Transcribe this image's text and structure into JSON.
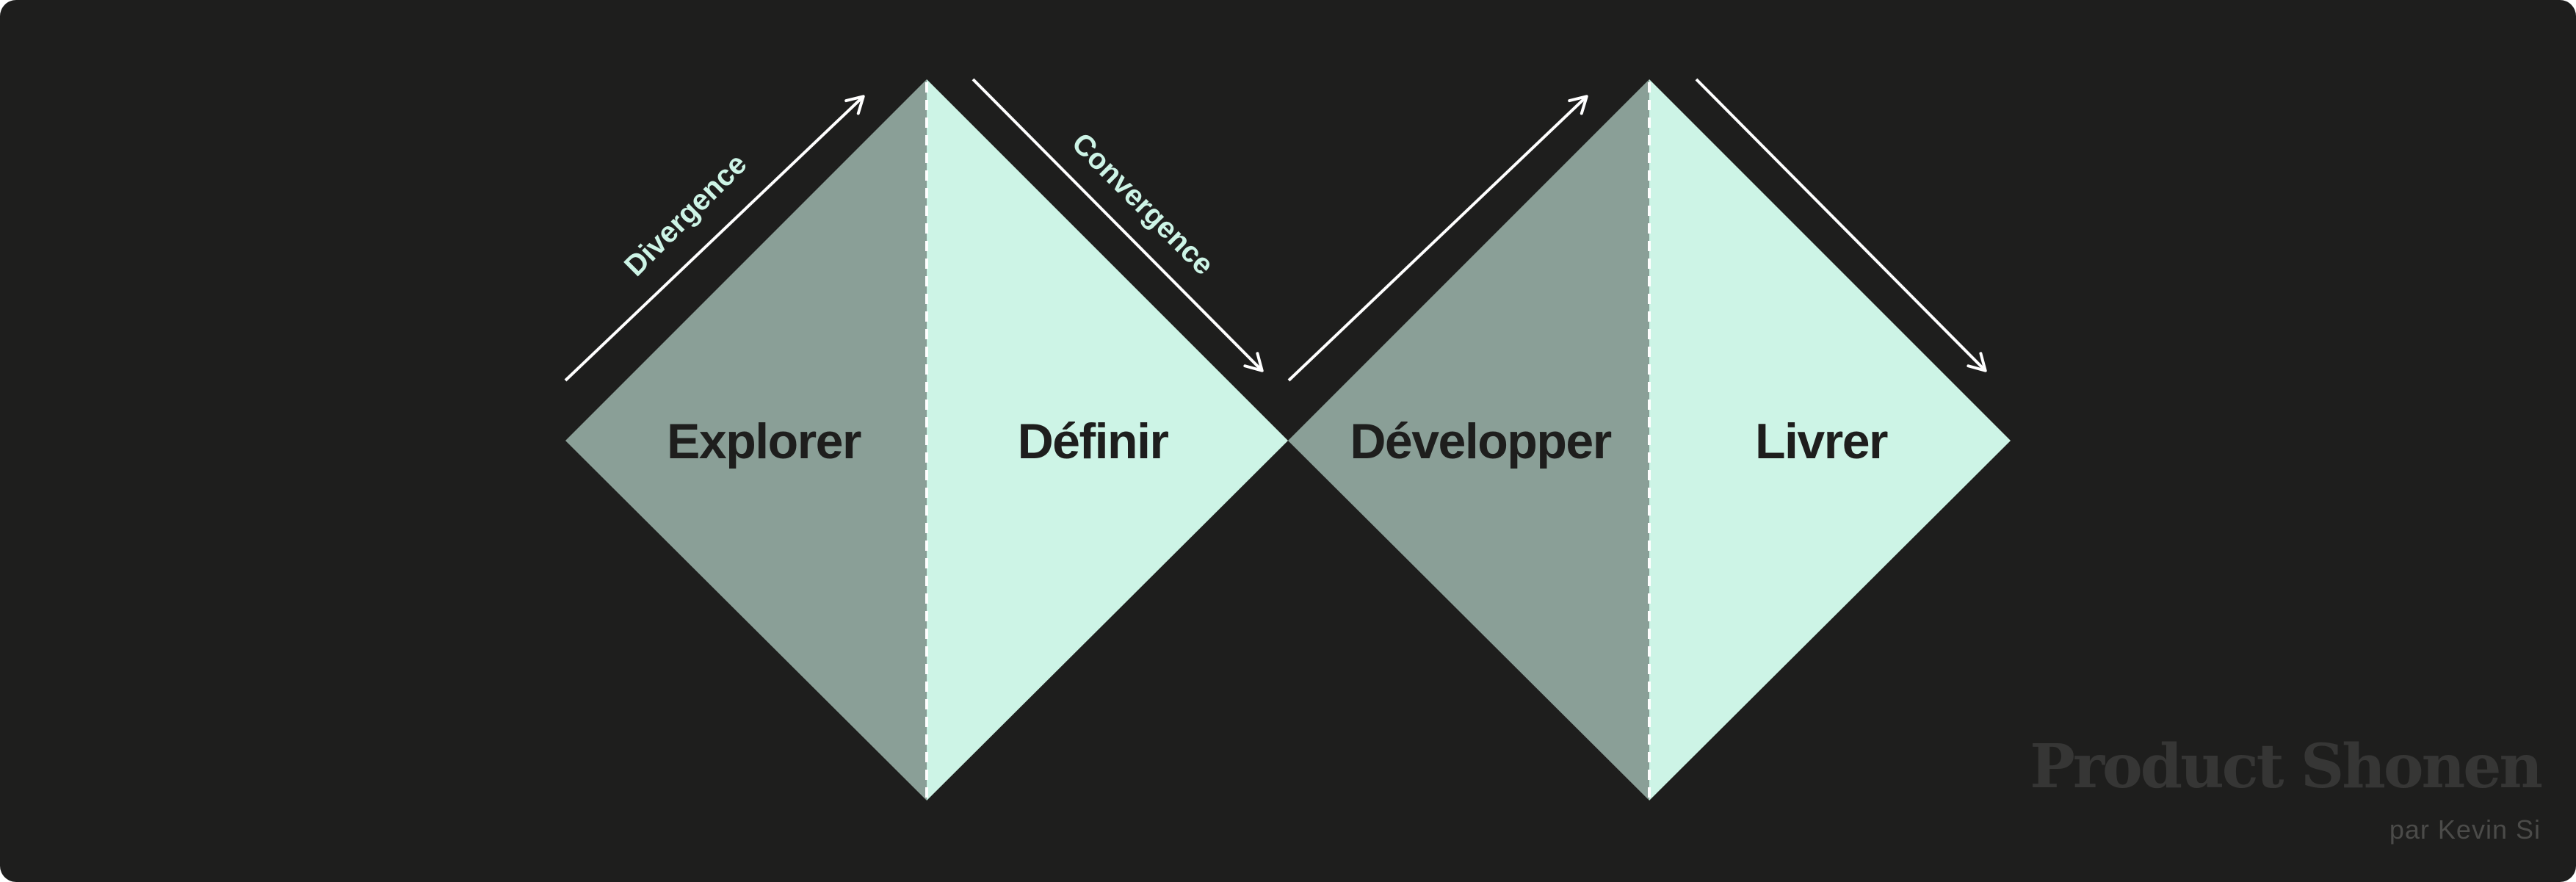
{
  "diagram": {
    "phases": [
      {
        "label": "Explorer"
      },
      {
        "label": "Définir"
      },
      {
        "label": "Développer"
      },
      {
        "label": "Livrer"
      }
    ],
    "arrows": [
      {
        "label": "Divergence"
      },
      {
        "label": "Convergence"
      },
      {
        "label": ""
      },
      {
        "label": ""
      }
    ],
    "colors": {
      "background": "#1e1e1d",
      "diverge_fill": "#8a9f97",
      "converge_fill": "#cdf4e6",
      "phase_text": "#1e1e1d",
      "arrow_stroke": "#ffffff",
      "arrow_label": "#cdf4e6"
    }
  },
  "brand": {
    "name": "Product Shonen",
    "subtitle": "par Kevin Si"
  }
}
